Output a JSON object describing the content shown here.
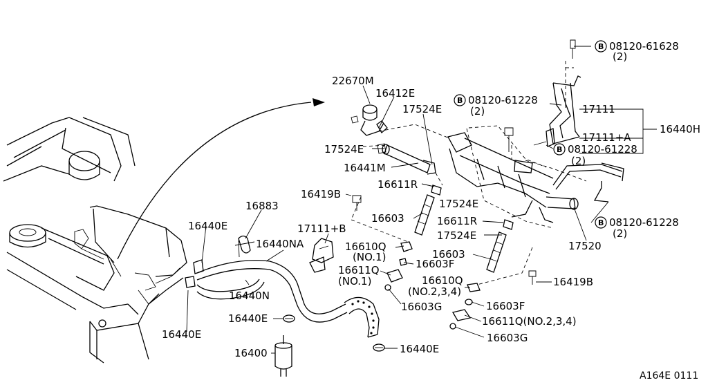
{
  "diagram_ref": "A164E 0111",
  "bolt_symbol": "B",
  "labels": {
    "p22670M": "22670M",
    "p16412E": "16412E",
    "p17524E_top": "17524E",
    "p17524E_left": "17524E",
    "p16441M": "16441M",
    "p16611R_a": "16611R",
    "p17524E_mid": "17524E",
    "p16419B_left": "16419B",
    "p16883": "16883",
    "p16603_a": "16603",
    "p16611R_b": "16611R",
    "p17524E_low": "17524E",
    "p16440E_a": "16440E",
    "p17111B": "17111+B",
    "p16440NA": "16440NA",
    "p16610Q_a": "16610Q",
    "p16610Q_a_note": "(NO.1)",
    "p16603F_a": "16603F",
    "p16603_b": "16603",
    "p16611Q_a": "16611Q",
    "p16611Q_a_note": "(NO.1)",
    "p16610Q_b": "16610Q",
    "p16610Q_b_note": "(NO.2,3,4)",
    "p16419B_right": "16419B",
    "p16440N": "16440N",
    "p16603G_a": "16603G",
    "p16603F_b": "16603F",
    "p16440E_b": "16440E",
    "p16611Q_b": "16611Q(NO.2,3,4)",
    "p16440E_c": "16440E",
    "p16603G_b": "16603G",
    "p16400": "16400",
    "p16440E_d": "16440E",
    "p17111": "17111",
    "p17111A": "17111+A",
    "p16440H": "16440H",
    "p17520": "17520"
  },
  "bolts": {
    "b1": {
      "code": "08120-61628",
      "qty": "(2)"
    },
    "b2": {
      "code": "08120-61228",
      "qty": "(2)"
    },
    "b3": {
      "code": "08120-61228",
      "qty": "(2)"
    },
    "b4": {
      "code": "08120-61228",
      "qty": "(2)"
    }
  }
}
